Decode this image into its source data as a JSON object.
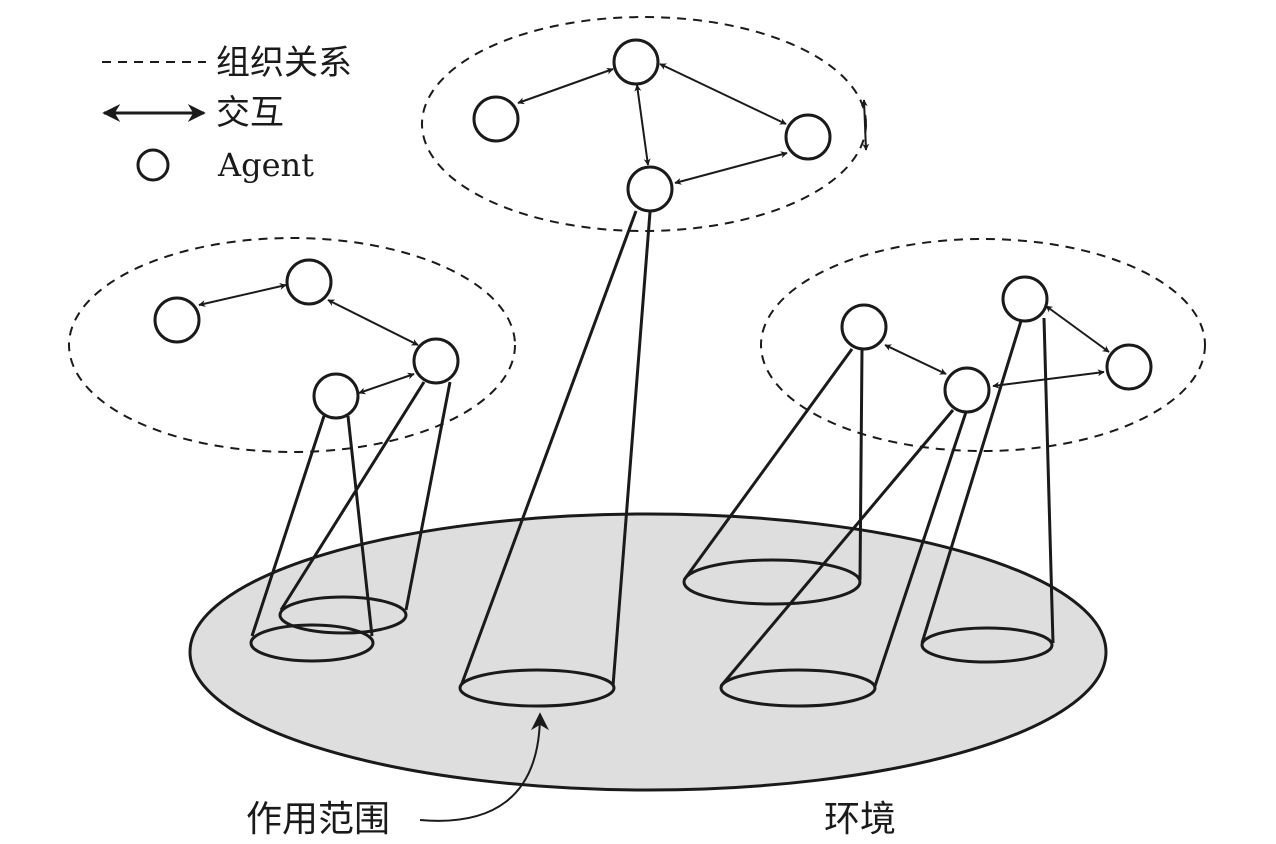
{
  "legend": {
    "org_label": "组织关系",
    "interaction_label": "交互",
    "agent_label": "Agent"
  },
  "annotations": {
    "scope_label": "作用范围",
    "environment_label": "环境"
  },
  "colors": {
    "ink": "#1a1a1a",
    "environment_fill": "#dedede",
    "background": "#ffffff"
  },
  "groups": [
    {
      "name": "top-organization",
      "agents": 4,
      "interactions": 4
    },
    {
      "name": "left-organization",
      "agents": 4,
      "interactions": 3
    },
    {
      "name": "right-organization",
      "agents": 4,
      "interactions": 3
    }
  ]
}
